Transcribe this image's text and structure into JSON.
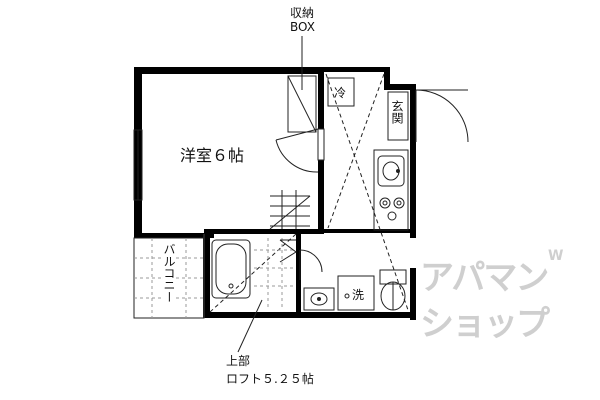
{
  "labels": {
    "storage_box": "収納\nBOX",
    "western_room": "洋室６帖",
    "refrigerator": "冷",
    "entrance": "玄関",
    "balcony": "バルコニー",
    "washer": "洗",
    "loft_line1": "上部",
    "loft_line2": "ロフト５.２５帖"
  },
  "watermark": {
    "line1": "アパマン",
    "line2": "ショップ",
    "mark": "W"
  },
  "colors": {
    "wall": "#000000",
    "line": "#222222",
    "grid": "#9a9a9a",
    "watermark": "#cfcfcf"
  }
}
